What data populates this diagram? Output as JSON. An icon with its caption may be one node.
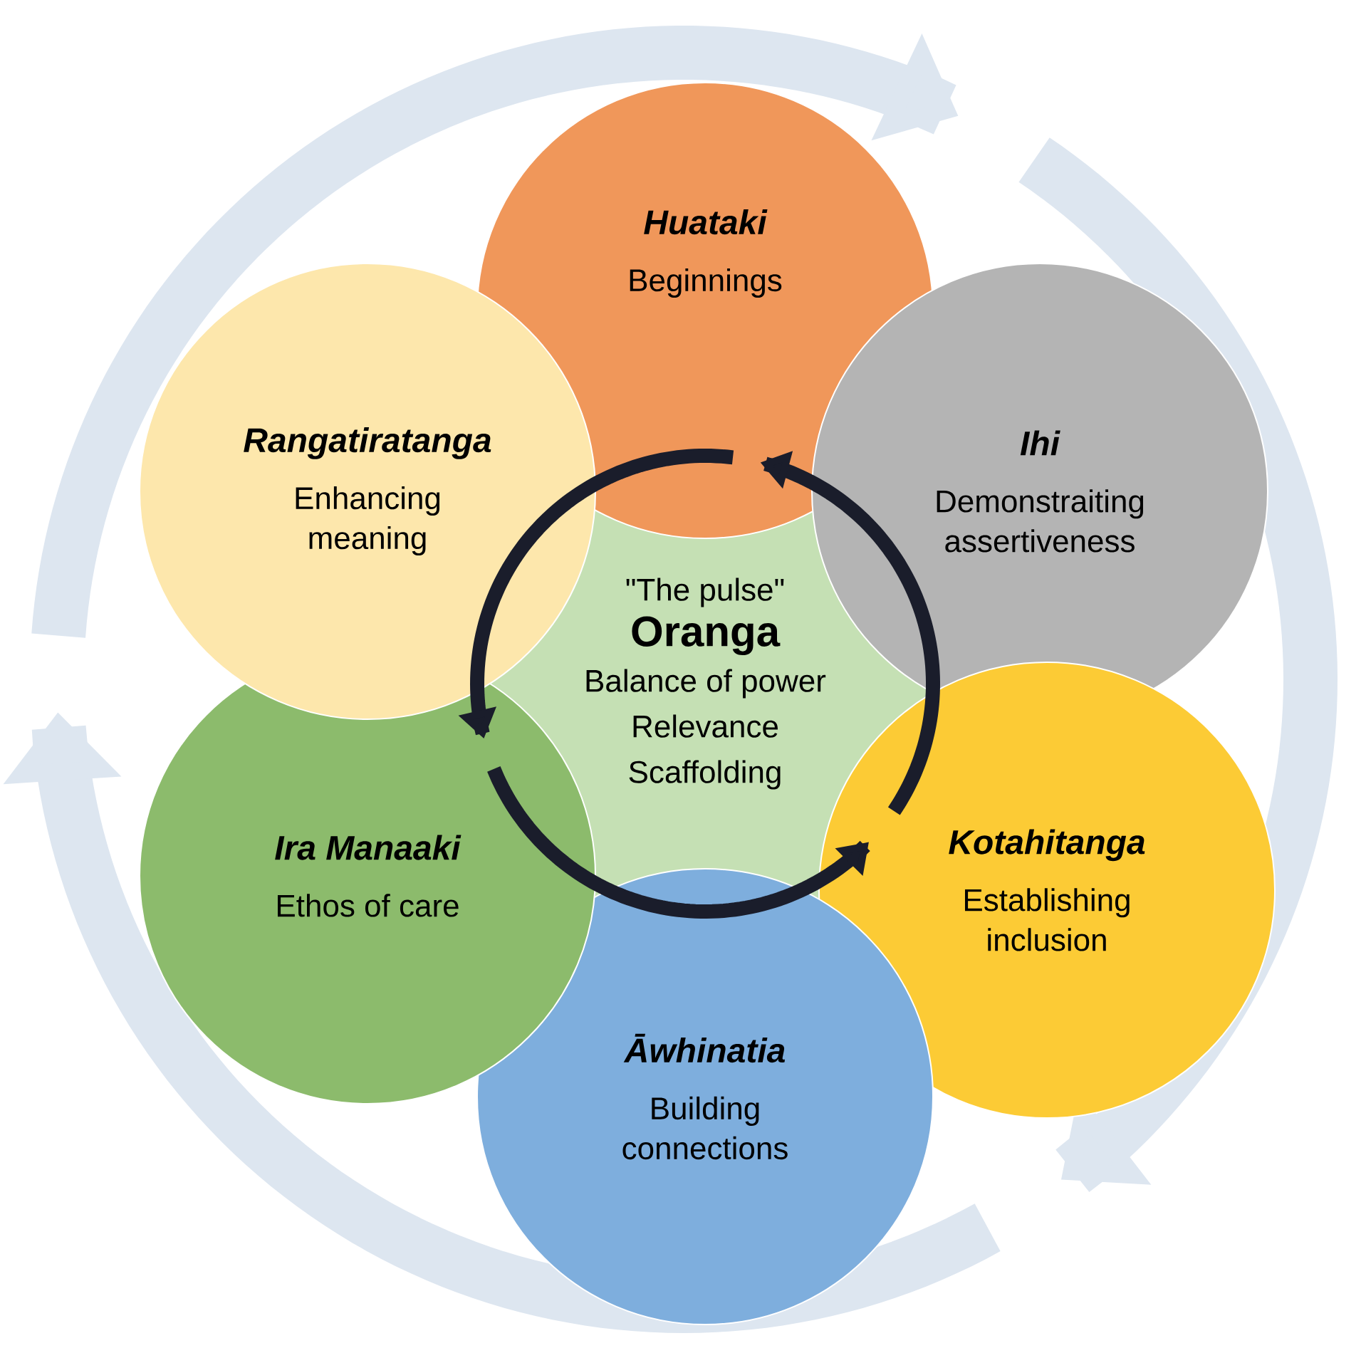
{
  "diagram": {
    "nodes": [
      {
        "text": [
          "\"The pulse\"",
          "Oranga",
          "Balance of power Relevance Scaffolding"
        ]
      },
      {
        "text": [
          "Huataki",
          "Beginnings"
        ]
      },
      {
        "text": [
          "Ihi",
          "Demonstraiting assertiveness"
        ]
      },
      {
        "text": [
          "Kotahitanga",
          "Establishing inclusion"
        ]
      },
      {
        "text": [
          "Āwhinatia",
          "Building connections"
        ]
      },
      {
        "text": [
          "Ira Manaaki",
          "Ethos of care"
        ]
      },
      {
        "text": [
          "Rangatiratanga",
          "Enhancing meaning"
        ]
      }
    ]
  }
}
